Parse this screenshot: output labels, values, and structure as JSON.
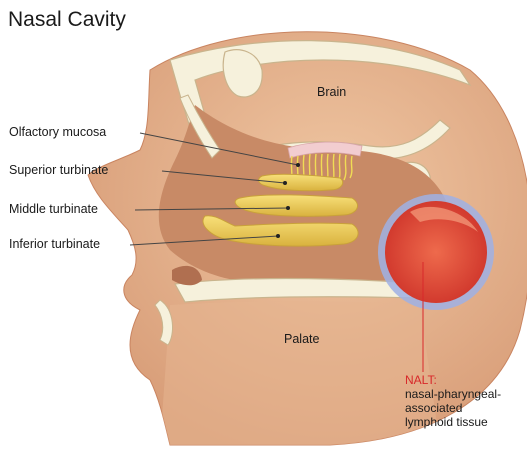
{
  "title": "Nasal Cavity",
  "labels": {
    "olfactory": "Olfactory mucosa",
    "superior": "Superior turbinate",
    "middle": "Middle turbinate",
    "inferior": "Inferior turbinate"
  },
  "regions": {
    "brain": "Brain",
    "palate": "Palate"
  },
  "nalt": {
    "heading": "NALT:",
    "line1": "nasal-pharyngeal-",
    "line2": "associated",
    "line3": "lymphoid tissue"
  },
  "colors": {
    "tissue": "#e6b38f",
    "tissue_dark": "#c98460",
    "cavity": "#c88a66",
    "bone": "#f6f1dc",
    "turbinate": "#f1d35f",
    "olfactory_fibers": "#f0dc55",
    "nalt_fill": "#e4473a",
    "nalt_ring": "#7f95d6",
    "nalt_text": "#d8282a"
  }
}
